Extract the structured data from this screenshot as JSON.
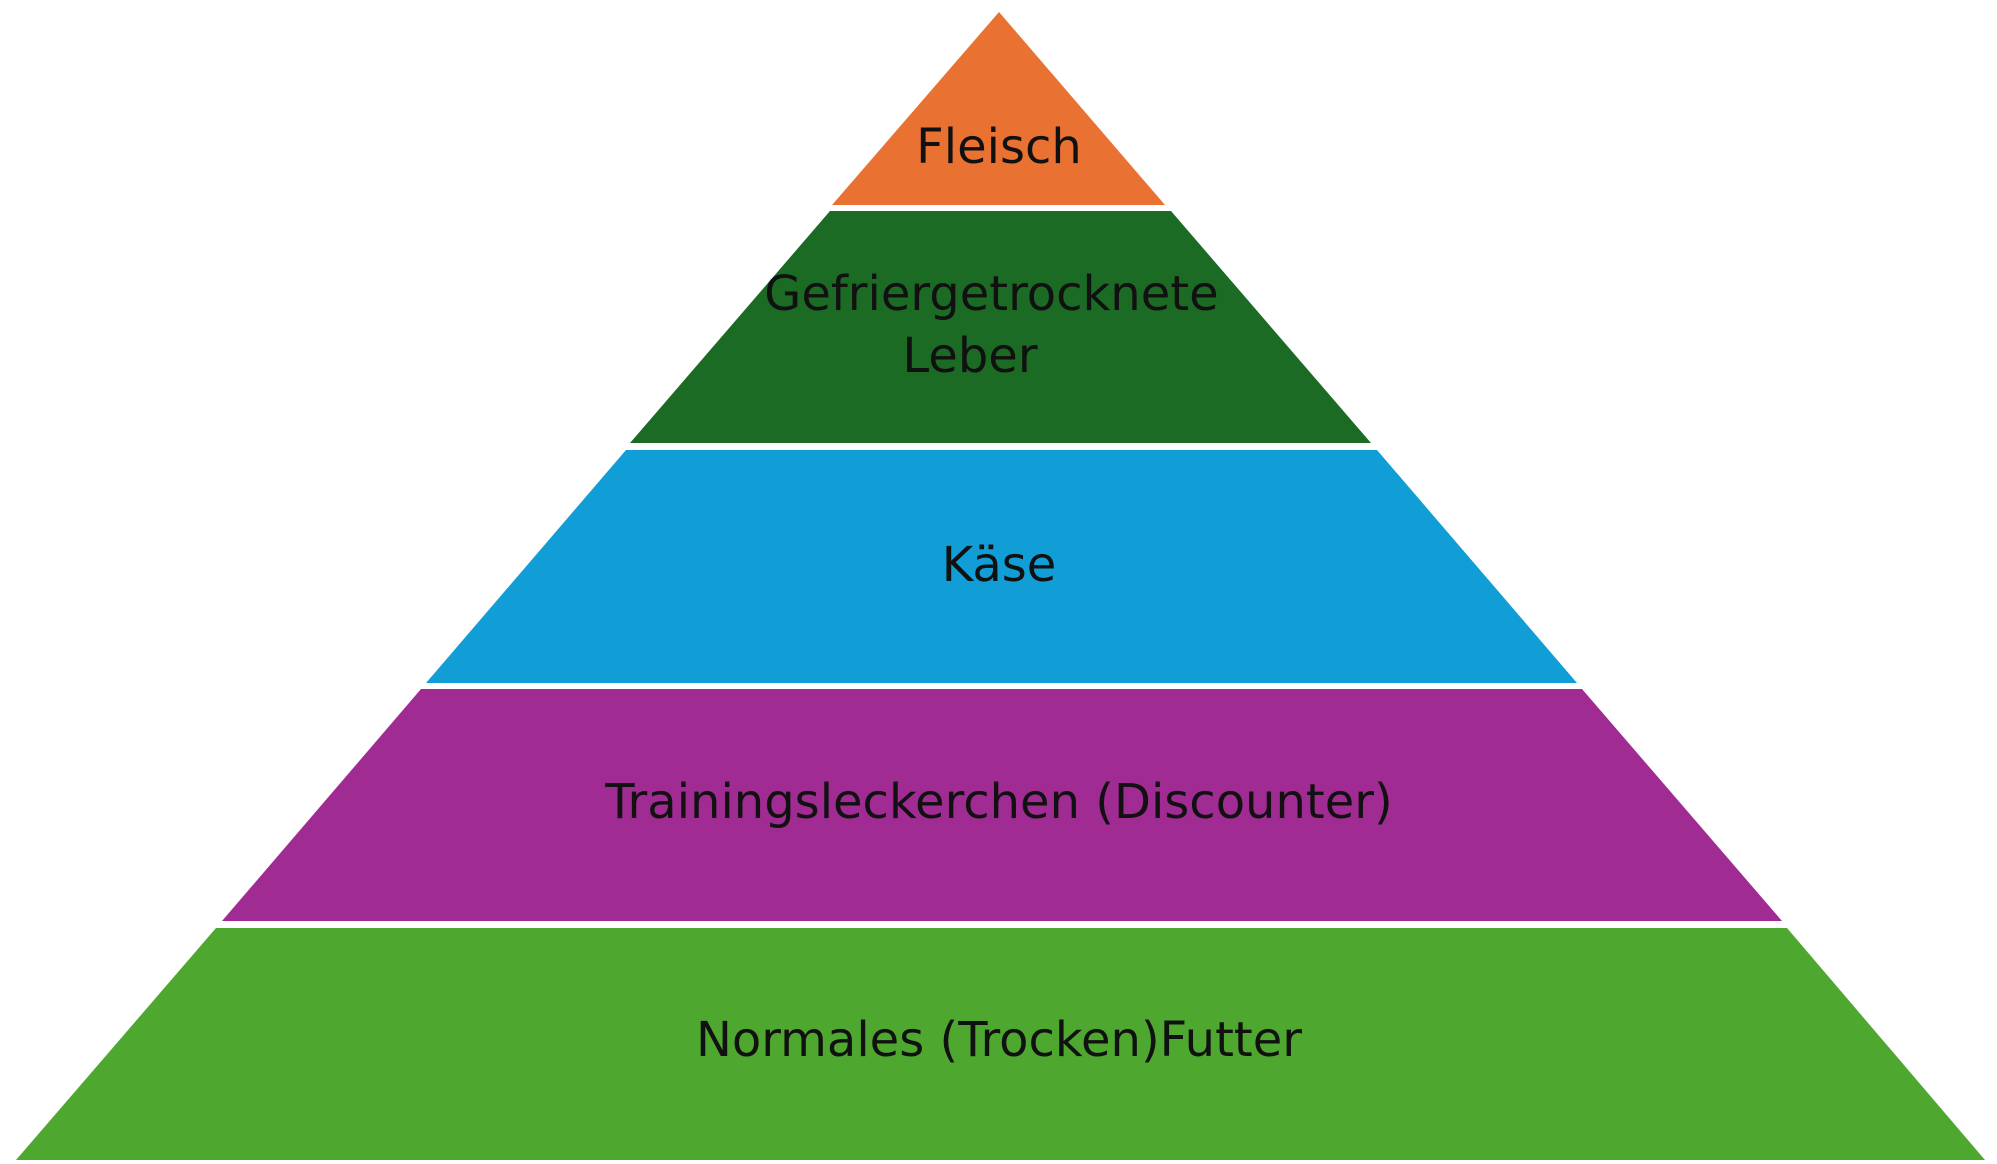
{
  "diagram": {
    "type": "pyramid",
    "tiers": [
      {
        "label_lines": [
          "Fleisch"
        ],
        "color": "#E97132"
      },
      {
        "label_lines": [
          "Gefriergetrocknete",
          "Leber"
        ],
        "color": "#1B6B25"
      },
      {
        "label_lines": [
          "Käse"
        ],
        "color": "#119ED6"
      },
      {
        "label_lines": [
          "Trainingsleckerchen (Discounter)"
        ],
        "color": "#A02B93"
      },
      {
        "label_lines": [
          "Normales (Trocken)Futter"
        ],
        "color": "#4EA72E"
      }
    ]
  }
}
